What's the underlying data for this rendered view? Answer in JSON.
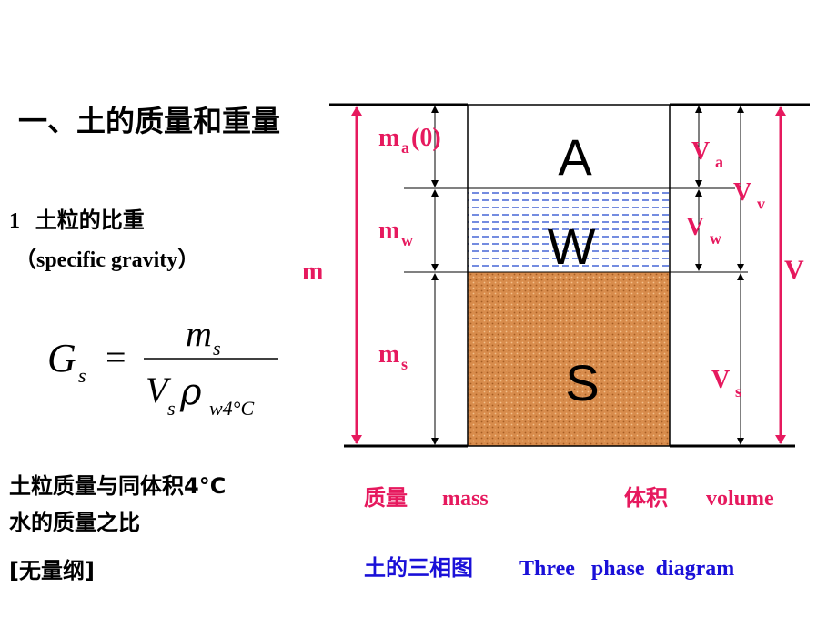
{
  "heading": "一、土的质量和重量",
  "section": {
    "num": "1",
    "title": "土粒的比重",
    "subtitle": "（specific  gravity）"
  },
  "formula": {
    "lhs": "G",
    "lhs_sub": "s",
    "num": "m",
    "num_sub": "s",
    "den1": "V",
    "den1_sub": "s",
    "rho": "ρ",
    "rho_sub": "w4°C"
  },
  "description": {
    "line1": "土粒质量与同体积4°C",
    "line2": "水的质量之比",
    "unit": "[无量纲]"
  },
  "diagram": {
    "phase_a": "A",
    "phase_w": "W",
    "phase_s": "S",
    "mass_labels": {
      "total": "m",
      "air": "m",
      "air_sub": "a",
      "air_suffix": "(0)",
      "water": "m",
      "water_sub": "w",
      "solid": "m",
      "solid_sub": "s"
    },
    "volume_labels": {
      "total": "V",
      "air": "V",
      "air_sub": "a",
      "voids": "V",
      "voids_sub": "v",
      "water": "V",
      "water_sub": "w",
      "solid": "V",
      "solid_sub": "s"
    },
    "mass_caption_cn": "质量",
    "mass_caption_en": "mass",
    "volume_caption_cn": "体积",
    "volume_caption_en": "volume",
    "caption_cn": "土的三相图",
    "caption_en": "Three   phase  diagram",
    "colors": {
      "accent_red": "#e6195e",
      "caption_blue": "#1a10d8",
      "water_fill": "#ffffff",
      "water_dash": "#2a4fd0",
      "soil_fill": "#d88c4c"
    }
  }
}
